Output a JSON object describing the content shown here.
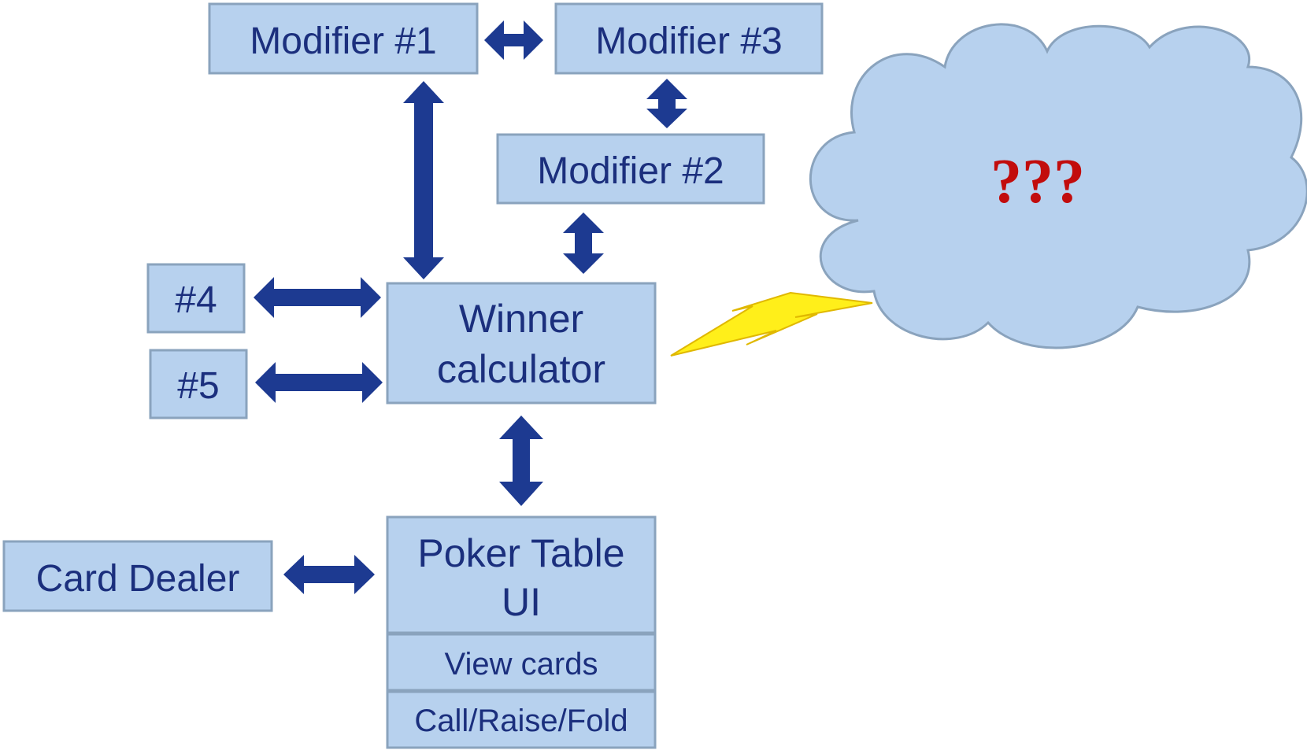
{
  "nodes": {
    "modifier_1": "Modifier #1",
    "modifier_2": "Modifier #2",
    "modifier_3": "Modifier #3",
    "modifier_4": "#4",
    "modifier_5": "#5",
    "winner_calculator_line1": "Winner",
    "winner_calculator_line2": "calculator",
    "poker_table_line1": "Poker Table",
    "poker_table_line2": "UI",
    "view_cards": "View cards",
    "call_raise_fold": "Call/Raise/Fold",
    "card_dealer": "Card Dealer"
  },
  "cloud": {
    "label": "???"
  },
  "colors": {
    "box_fill": "#b7d1ee",
    "box_border": "#8aa3bd",
    "arrow": "#1d3a91",
    "text": "#1b2f7d",
    "question_marks": "#c20c0c",
    "lightning": "#ffef1a"
  }
}
